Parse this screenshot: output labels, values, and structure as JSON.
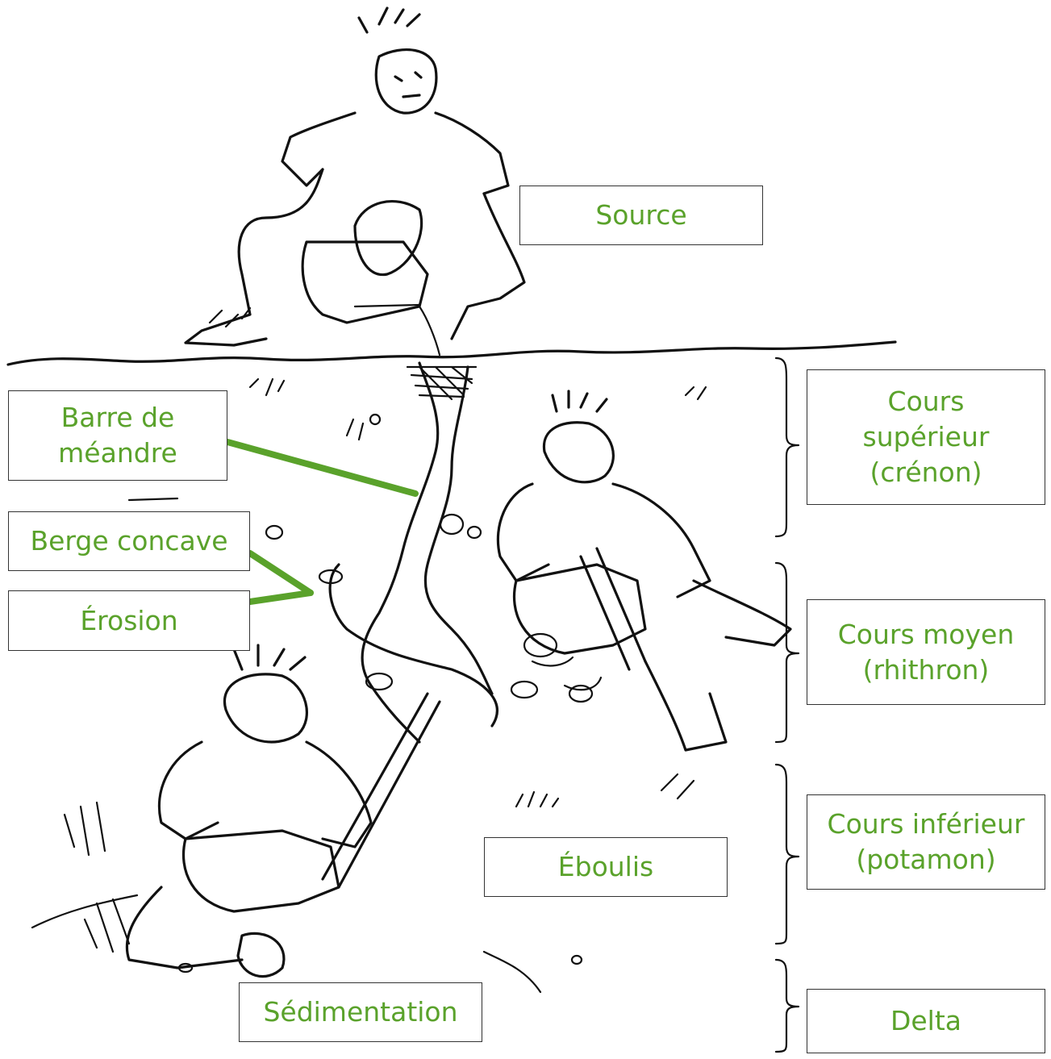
{
  "labels": {
    "source": "Source",
    "cours_superieur": "Cours\nsupérieur\n(crénon)",
    "cours_moyen": "Cours moyen\n(rhithron)",
    "cours_inferieur": "Cours inférieur\n(potamon)",
    "delta": "Delta",
    "barre_de_meandre": "Barre de\nméandre",
    "berge_concave": "Berge concave",
    "erosion": "Érosion",
    "eboulis": "Éboulis",
    "sedimentation": "Sédimentation"
  },
  "colors": {
    "label_text": "#5aa22b",
    "leader_lines": "#5aa22b",
    "ink": "#111111"
  }
}
